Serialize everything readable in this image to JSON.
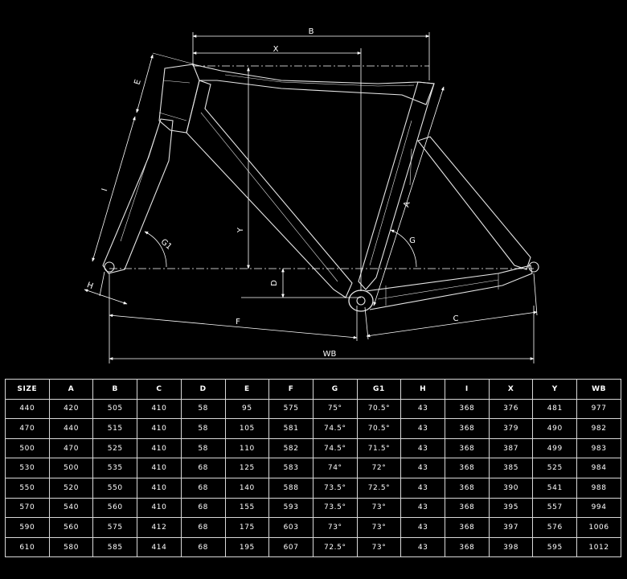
{
  "diagram": {
    "labels": {
      "B": "B",
      "X": "X",
      "E": "E",
      "I": "I",
      "Y": "Y",
      "A": "A",
      "G": "G",
      "G1": "G1",
      "D": "D",
      "H": "H",
      "F": "F",
      "C": "C",
      "WB": "WB"
    }
  },
  "table": {
    "columns": [
      "SIZE",
      "A",
      "B",
      "C",
      "D",
      "E",
      "F",
      "G",
      "G1",
      "H",
      "I",
      "X",
      "Y",
      "WB"
    ],
    "rows": [
      [
        "440",
        "420",
        "505",
        "410",
        "58",
        "95",
        "575",
        "75°",
        "70.5°",
        "43",
        "368",
        "376",
        "481",
        "977"
      ],
      [
        "470",
        "440",
        "515",
        "410",
        "58",
        "105",
        "581",
        "74.5°",
        "70.5°",
        "43",
        "368",
        "379",
        "490",
        "982"
      ],
      [
        "500",
        "470",
        "525",
        "410",
        "58",
        "110",
        "582",
        "74.5°",
        "71.5°",
        "43",
        "368",
        "387",
        "499",
        "983"
      ],
      [
        "530",
        "500",
        "535",
        "410",
        "68",
        "125",
        "583",
        "74°",
        "72°",
        "43",
        "368",
        "385",
        "525",
        "984"
      ],
      [
        "550",
        "520",
        "550",
        "410",
        "68",
        "140",
        "588",
        "73.5°",
        "72.5°",
        "43",
        "368",
        "390",
        "541",
        "988"
      ],
      [
        "570",
        "540",
        "560",
        "410",
        "68",
        "155",
        "593",
        "73.5°",
        "73°",
        "43",
        "368",
        "395",
        "557",
        "994"
      ],
      [
        "590",
        "560",
        "575",
        "412",
        "68",
        "175",
        "603",
        "73°",
        "73°",
        "43",
        "368",
        "397",
        "576",
        "1006"
      ],
      [
        "610",
        "580",
        "585",
        "414",
        "68",
        "195",
        "607",
        "72.5°",
        "73°",
        "43",
        "368",
        "398",
        "595",
        "1012"
      ]
    ]
  }
}
